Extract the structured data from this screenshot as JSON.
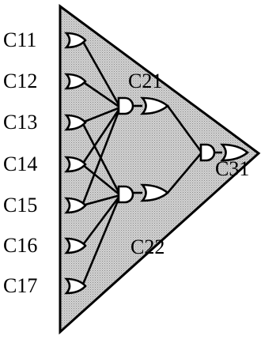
{
  "diagram": {
    "input_labels": [
      "C11",
      "C12",
      "C13",
      "C14",
      "C15",
      "C16",
      "C17"
    ],
    "level2_labels": [
      "C21",
      "C22"
    ],
    "output_label": "C31"
  },
  "colors": {
    "triangle_fill": "#c9c9c9",
    "stroke": "#000000",
    "label_text": "#000000"
  }
}
